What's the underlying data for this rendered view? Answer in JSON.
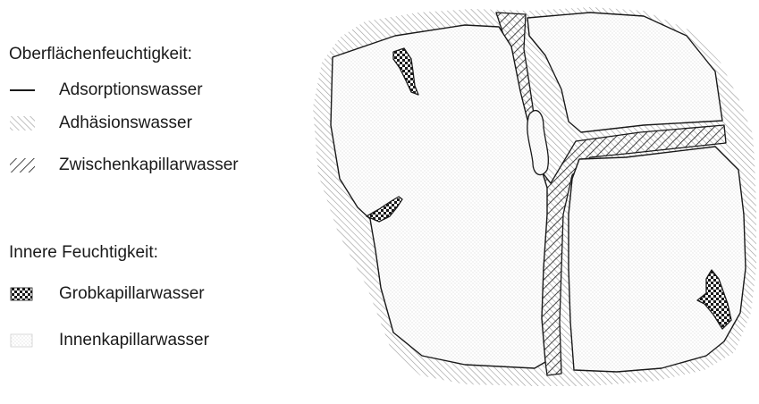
{
  "legend": {
    "surface_heading": "Oberflächenfeuchtigkeit:",
    "surface_items": [
      {
        "label": "Adsorptionswasser",
        "icon": "line-swatch-icon"
      },
      {
        "label": "Adhäsionswasser",
        "icon": "fine-hatch-swatch-icon"
      },
      {
        "label": "Zwischenkapillarwasser",
        "icon": "coarse-hatch-swatch-icon"
      }
    ],
    "inner_heading": "Innere Feuchtigkeit:",
    "inner_items": [
      {
        "label": "Grobkapillarwasser",
        "icon": "checker-swatch-icon"
      },
      {
        "label": "Innenkapillarwasser",
        "icon": "dotted-swatch-icon"
      }
    ]
  },
  "colors": {
    "ink": "#1a1a1a",
    "fine_hatch": "#9a9a9a",
    "dots": "#c8c8c8",
    "background": "#ffffff"
  }
}
